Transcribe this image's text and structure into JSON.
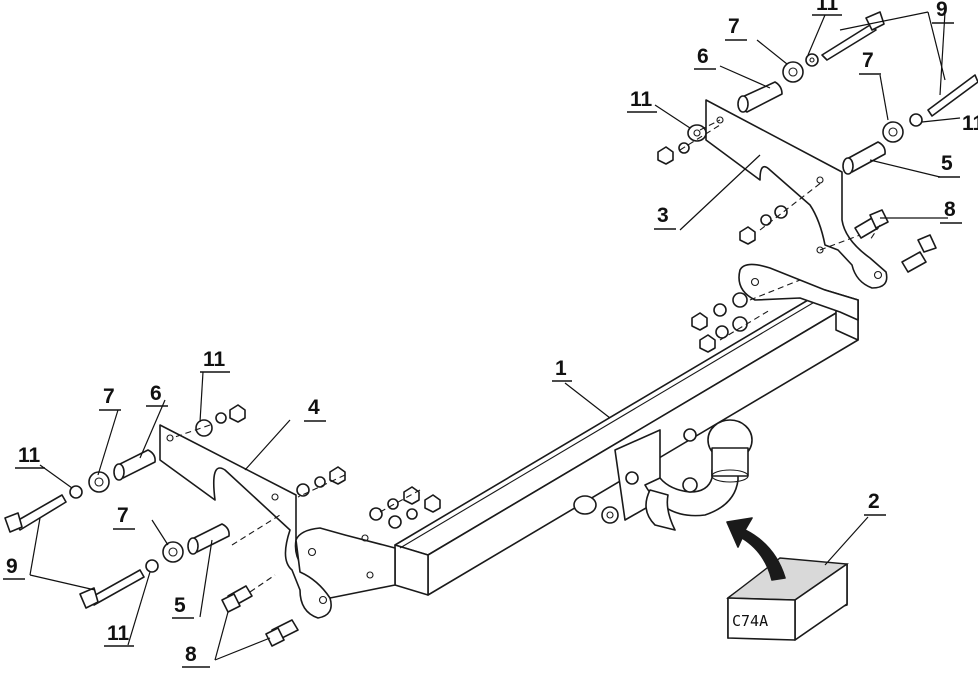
{
  "labels": {
    "p1": "1",
    "p2": "2",
    "p3": "3",
    "p4": "4",
    "p5": "5",
    "p6": "6",
    "p7": "7",
    "p8": "8",
    "p9": "9",
    "p11": "11"
  },
  "code": "C74A",
  "colors": {
    "line": "#1a1a1a",
    "arrow": "#1a1a1a",
    "background": "#ffffff"
  }
}
